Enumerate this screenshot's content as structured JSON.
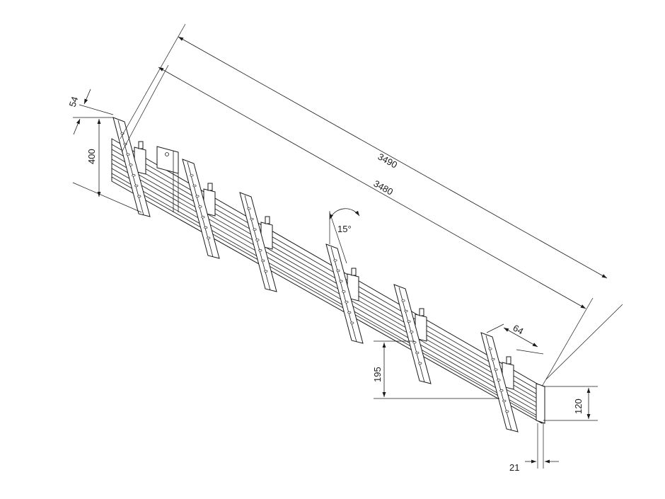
{
  "diagram": {
    "dimensions": {
      "overall_length": "3490",
      "rail_length": "3480",
      "bracket_height": "400",
      "bracket_offset": "54",
      "tilt_angle": "15°",
      "bracket_width": "64",
      "vertical_offset": "195",
      "rail_height": "120",
      "rail_depth": "21"
    },
    "bracket_count": 6
  }
}
